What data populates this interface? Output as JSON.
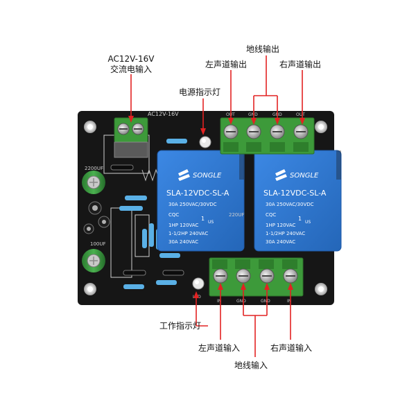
{
  "labels": {
    "ac_input_line1": "AC12V-16V",
    "ac_input_line2": "交流电输入",
    "power_indicator": "电源指示灯",
    "ground_output": "地线输出",
    "left_channel_output": "左声道输出",
    "right_channel_output": "右声道输出",
    "work_indicator": "工作指示灯",
    "left_channel_input": "左声道输入",
    "right_channel_input": "右声道输入",
    "ground_input": "地线输入"
  },
  "relay": {
    "brand": "SONGLE",
    "model": "SLA-12VDC-SL-A",
    "spec_line1": "30A  250VAC/30VDC",
    "spec_line2": "1HP 120VAC",
    "spec_line3": "1-1/2HP  240VAC",
    "spec_line4": "30A  240VAC",
    "cqc": "CQC",
    "us_mark": "US",
    "ul_num": "1"
  },
  "board_text": {
    "top_left": "AC12V-16V",
    "out": "OUT",
    "gnd": "GND",
    "in": "IN",
    "cap1": "2200UF",
    "cap2": "100UF",
    "cap3": "220UF",
    "led": "LED"
  },
  "colors": {
    "board": "#161616",
    "relay": "#2f7ad6",
    "terminal": "#3d9a3a",
    "capacitor": "#3c9b41",
    "resistor": "#5ab0e6",
    "label_line": "#e22222"
  }
}
